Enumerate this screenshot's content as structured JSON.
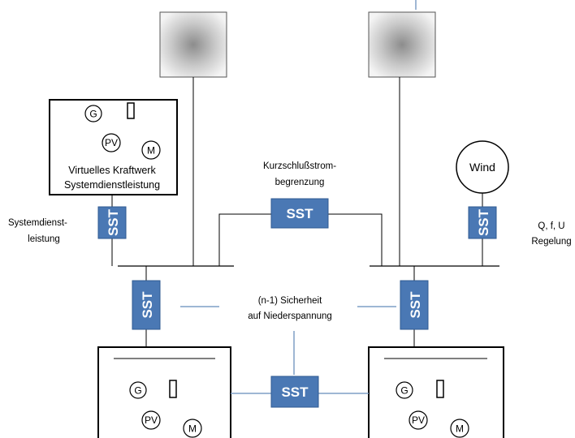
{
  "diagram": {
    "vk_line1": "Virtuelles Kraftwerk",
    "vk_line2": "Systemdienstleistung",
    "kurz_line1": "Kurzschlußstrom-",
    "kurz_line2": "begrenzung",
    "sysdienst_line1": "Systemdienst-",
    "sysdienst_line2": "leistung",
    "qfu_line1": "Q, f, U",
    "qfu_line2": "Regelung",
    "n1_line1": "(n-1) Sicherheit",
    "n1_line2": "auf Niederspannung",
    "wind": "Wind",
    "sst": "SST",
    "gen": "G",
    "pv": "PV",
    "motor": "M"
  },
  "colors": {
    "sst_fill": "#4a78b4",
    "sst_stroke": "#2f5a92",
    "link_line": "#7f9fc6",
    "bus_line": "#000000"
  }
}
